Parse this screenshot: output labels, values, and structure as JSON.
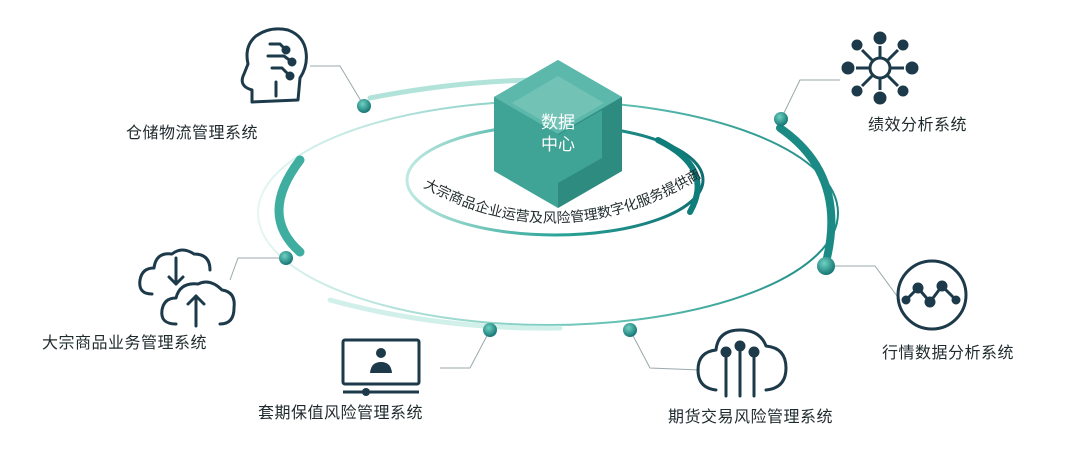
{
  "center": {
    "title_line1": "数据",
    "title_line2": "中心",
    "arc_text": "大宗商品企业运营及风险管理数字化服务提供商"
  },
  "systems": {
    "warehouse": {
      "label": "仓储物流管理系统",
      "icon": "ai-head-icon"
    },
    "performance": {
      "label": "绩效分析系统",
      "icon": "network-hub-icon"
    },
    "commodity": {
      "label": "大宗商品业务管理系统",
      "icon": "cloud-sync-icon"
    },
    "market": {
      "label": "行情数据分析系统",
      "icon": "line-chart-icon"
    },
    "hedging": {
      "label": "套期保值风险管理系统",
      "icon": "video-monitor-icon"
    },
    "futures": {
      "label": "期货交易风险管理系统",
      "icon": "cloud-circuit-icon"
    }
  },
  "colors": {
    "teal": "#1e8f86",
    "teal_light": "#7fd3c6",
    "icon_dark": "#1d3a4b",
    "cube": "#3fa395"
  }
}
